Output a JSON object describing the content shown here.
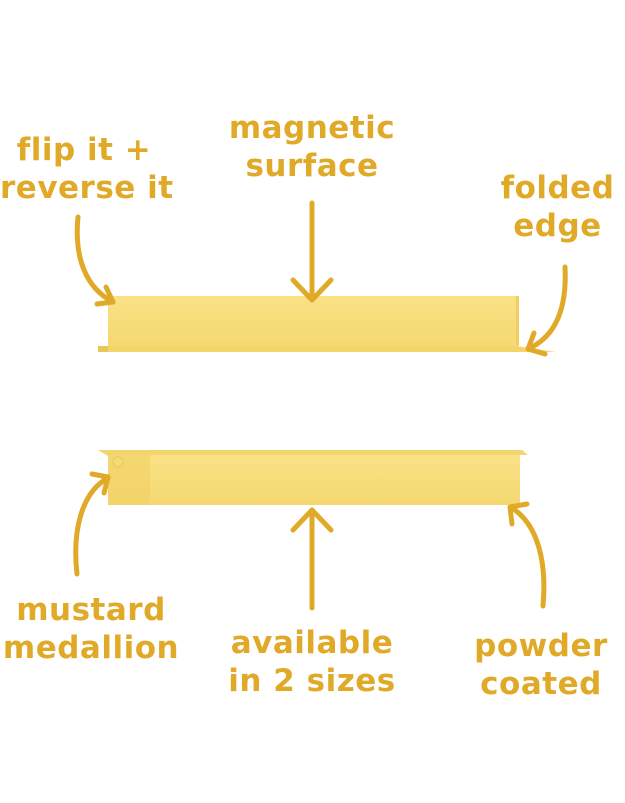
{
  "labels": {
    "flip": [
      "flip it +",
      "reverse it"
    ],
    "magnetic": [
      "magnetic",
      "surface"
    ],
    "folded": [
      "folded",
      "edge"
    ],
    "mustard": [
      "mustard",
      "medallion"
    ],
    "available": [
      "available",
      "in 2 sizes"
    ],
    "powder": [
      "powder",
      "coated"
    ]
  },
  "colors": {
    "label": "#e0aa28",
    "shelf_face": "#f8dd7c",
    "shelf_dark": "#ecc957",
    "shelf_edge": "#f3d26b"
  }
}
